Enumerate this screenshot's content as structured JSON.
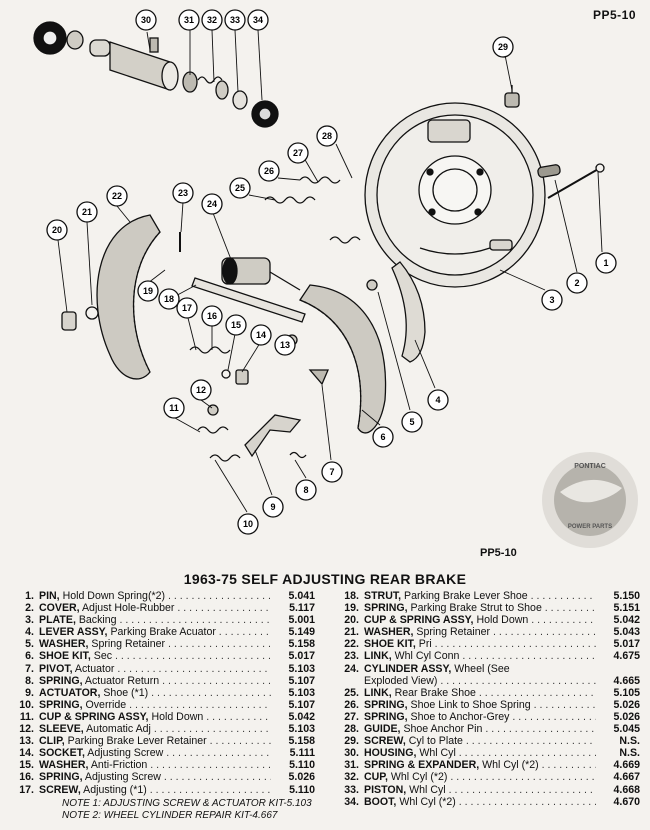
{
  "header": {
    "page_code_top": "PP5-10",
    "page_code_mid": "PP5-10"
  },
  "diagram": {
    "callouts": [
      "1",
      "2",
      "3",
      "4",
      "5",
      "6",
      "7",
      "8",
      "9",
      "10",
      "11",
      "12",
      "13",
      "14",
      "15",
      "16",
      "17",
      "18",
      "19",
      "20",
      "21",
      "22",
      "23",
      "24",
      "25",
      "26",
      "27",
      "28",
      "29",
      "30",
      "31",
      "32",
      "33",
      "34"
    ]
  },
  "logo": {
    "text_top": "PONTIAC",
    "text_bottom": "POWER PARTS"
  },
  "title": "1963-75 SELF ADJUSTING REAR BRAKE",
  "parts": {
    "left": [
      {
        "num": "1.",
        "name": "PIN,",
        "desc": "Hold Down Spring(*2)",
        "code": "5.041"
      },
      {
        "num": "2.",
        "name": "COVER,",
        "desc": "Adjust Hole-Rubber",
        "code": "5.117"
      },
      {
        "num": "3.",
        "name": "PLATE,",
        "desc": "Backing",
        "code": "5.001"
      },
      {
        "num": "4.",
        "name": "LEVER ASSY,",
        "desc": "Parking Brake Acuator",
        "code": "5.149"
      },
      {
        "num": "5.",
        "name": "WASHER,",
        "desc": "Spring Retainer",
        "code": "5.158"
      },
      {
        "num": "6.",
        "name": "SHOE KIT,",
        "desc": "Sec",
        "code": "5.017"
      },
      {
        "num": "7.",
        "name": "PIVOT,",
        "desc": "Actuator",
        "code": "5.103"
      },
      {
        "num": "8.",
        "name": "SPRING,",
        "desc": "Actuator Return",
        "code": "5.107"
      },
      {
        "num": "9.",
        "name": "ACTUATOR,",
        "desc": "Shoe (*1)",
        "code": "5.103"
      },
      {
        "num": "10.",
        "name": "SPRING,",
        "desc": "Override",
        "code": "5.107"
      },
      {
        "num": "11.",
        "name": "CUP & SPRING ASSY,",
        "desc": "Hold Down",
        "code": "5.042"
      },
      {
        "num": "12.",
        "name": "SLEEVE,",
        "desc": "Automatic Adj",
        "code": "5.103"
      },
      {
        "num": "13.",
        "name": "CLIP,",
        "desc": "Parking Brake Lever Retainer",
        "code": "5.158"
      },
      {
        "num": "14.",
        "name": "SOCKET,",
        "desc": "Adjusting Screw",
        "code": "5.111"
      },
      {
        "num": "15.",
        "name": "WASHER,",
        "desc": "Anti-Friction",
        "code": "5.110"
      },
      {
        "num": "16.",
        "name": "SPRING,",
        "desc": "Adjusting Screw",
        "code": "5.026"
      },
      {
        "num": "17.",
        "name": "SCREW,",
        "desc": "Adjusting (*1)",
        "code": "5.110"
      }
    ],
    "right": [
      {
        "num": "18.",
        "name": "STRUT,",
        "desc": "Parking Brake Lever Shoe",
        "code": "5.150"
      },
      {
        "num": "19.",
        "name": "SPRING,",
        "desc": "Parking Brake Strut to Shoe",
        "code": "5.151"
      },
      {
        "num": "20.",
        "name": "CUP & SPRING ASSY,",
        "desc": "Hold Down",
        "code": "5.042"
      },
      {
        "num": "21.",
        "name": "WASHER,",
        "desc": "Spring Retainer",
        "code": "5.043"
      },
      {
        "num": "22.",
        "name": "SHOE KIT,",
        "desc": "Pri",
        "code": "5.017"
      },
      {
        "num": "23.",
        "name": "LINK,",
        "desc": "Whl Cyl Conn",
        "code": "4.675"
      },
      {
        "num": "24.",
        "name": "CYLINDER ASSY,",
        "desc": "Wheel (See",
        "code": ""
      },
      {
        "num": "",
        "name": "",
        "desc": "Exploded View)",
        "code": "4.665"
      },
      {
        "num": "25.",
        "name": "LINK,",
        "desc": "Rear Brake Shoe",
        "code": "5.105"
      },
      {
        "num": "26.",
        "name": "SPRING,",
        "desc": "Shoe Link to Shoe Spring",
        "code": "5.026"
      },
      {
        "num": "27.",
        "name": "SPRING,",
        "desc": "Shoe to Anchor-Grey",
        "code": "5.026"
      },
      {
        "num": "28.",
        "name": "GUIDE,",
        "desc": "Shoe Anchor Pin",
        "code": "5.045"
      },
      {
        "num": "29.",
        "name": "SCREW,",
        "desc": "Cyl to Plate",
        "code": "N.S."
      },
      {
        "num": "30.",
        "name": "HOUSING,",
        "desc": "Whl Cyl",
        "code": "N.S."
      },
      {
        "num": "31.",
        "name": "SPRING & EXPANDER,",
        "desc": "Whl Cyl (*2)",
        "code": "4.669"
      },
      {
        "num": "32.",
        "name": "CUP,",
        "desc": "Whl Cyl (*2)",
        "code": "4.667"
      },
      {
        "num": "33.",
        "name": "PISTON,",
        "desc": "Whl Cyl",
        "code": "4.668"
      },
      {
        "num": "34.",
        "name": "BOOT,",
        "desc": "Whl Cyl (*2)",
        "code": "4.670"
      }
    ]
  },
  "notes": {
    "note1": "NOTE 1: ADJUSTING SCREW & ACTUATOR KIT-5.103",
    "note2": "NOTE 2: WHEEL CYLINDER REPAIR KIT-4.667"
  }
}
